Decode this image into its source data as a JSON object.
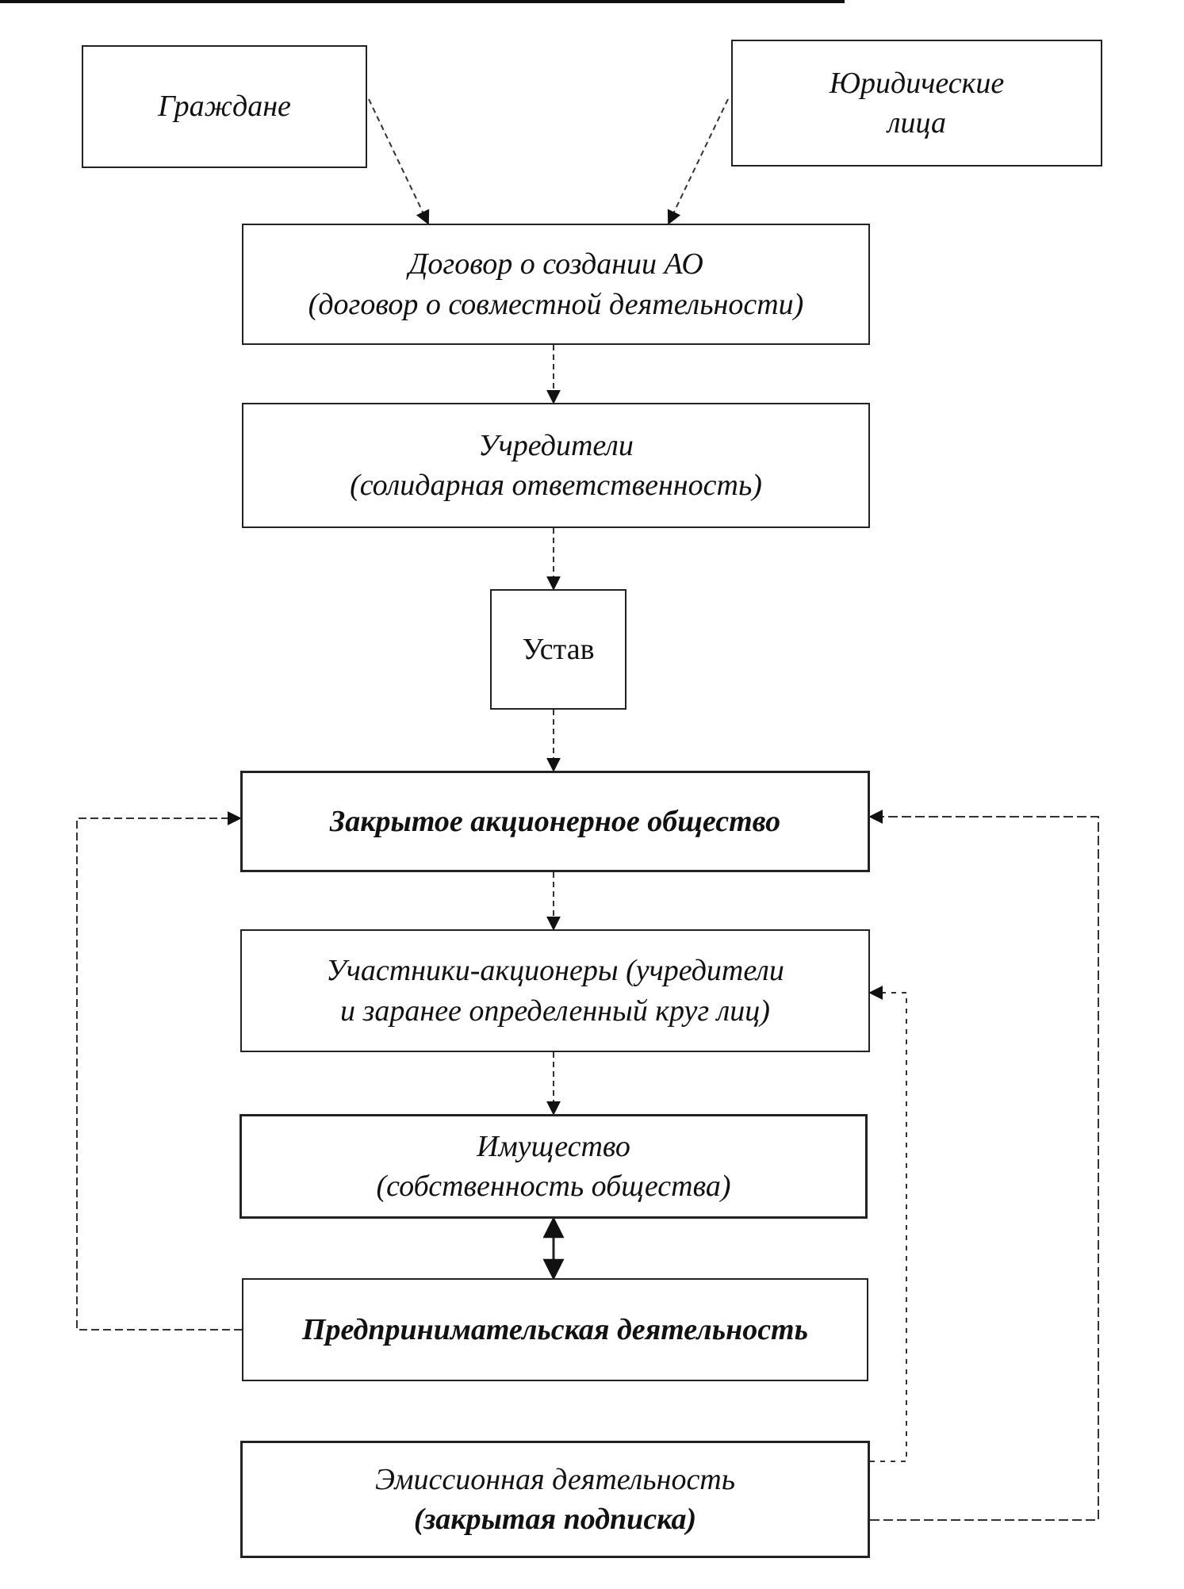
{
  "diagram": {
    "nodes": {
      "citizens": {
        "lines": [
          "Граждане"
        ]
      },
      "legal_entities": {
        "lines": [
          "Юридические",
          "лица"
        ]
      },
      "founding_agreement": {
        "lines": [
          "Договор о создании АО",
          "(договор о совместной деятельности)"
        ]
      },
      "founders": {
        "lines": [
          "Учредители",
          "(солидарная ответственность)"
        ]
      },
      "charter": {
        "lines": [
          "Устав"
        ]
      },
      "closed_jsc": {
        "lines": [
          "Закрытое акционерное общество"
        ]
      },
      "shareholders": {
        "lines": [
          "Участники-акционеры (учредители",
          "и заранее определенный круг лиц)"
        ]
      },
      "property": {
        "lines": [
          "Имущество",
          "(собственность общества)"
        ]
      },
      "business_activity": {
        "lines": [
          "Предпринимательская деятельность"
        ]
      },
      "emission_activity": {
        "lines": [
          "Эмиссионная деятельность",
          "(закрытая подписка)"
        ]
      }
    },
    "edges": [
      {
        "from": "citizens",
        "to": "founding_agreement"
      },
      {
        "from": "legal_entities",
        "to": "founding_agreement"
      },
      {
        "from": "founding_agreement",
        "to": "founders"
      },
      {
        "from": "founders",
        "to": "charter"
      },
      {
        "from": "charter",
        "to": "closed_jsc"
      },
      {
        "from": "closed_jsc",
        "to": "shareholders"
      },
      {
        "from": "shareholders",
        "to": "property"
      },
      {
        "from": "property",
        "to": "business_activity",
        "bidirectional": true
      },
      {
        "from": "business_activity",
        "to": "closed_jsc"
      },
      {
        "from": "emission_activity",
        "to": "shareholders"
      },
      {
        "from": "emission_activity",
        "to": "closed_jsc"
      }
    ],
    "colors": {
      "ink": "#111111",
      "background": "#ffffff"
    }
  }
}
